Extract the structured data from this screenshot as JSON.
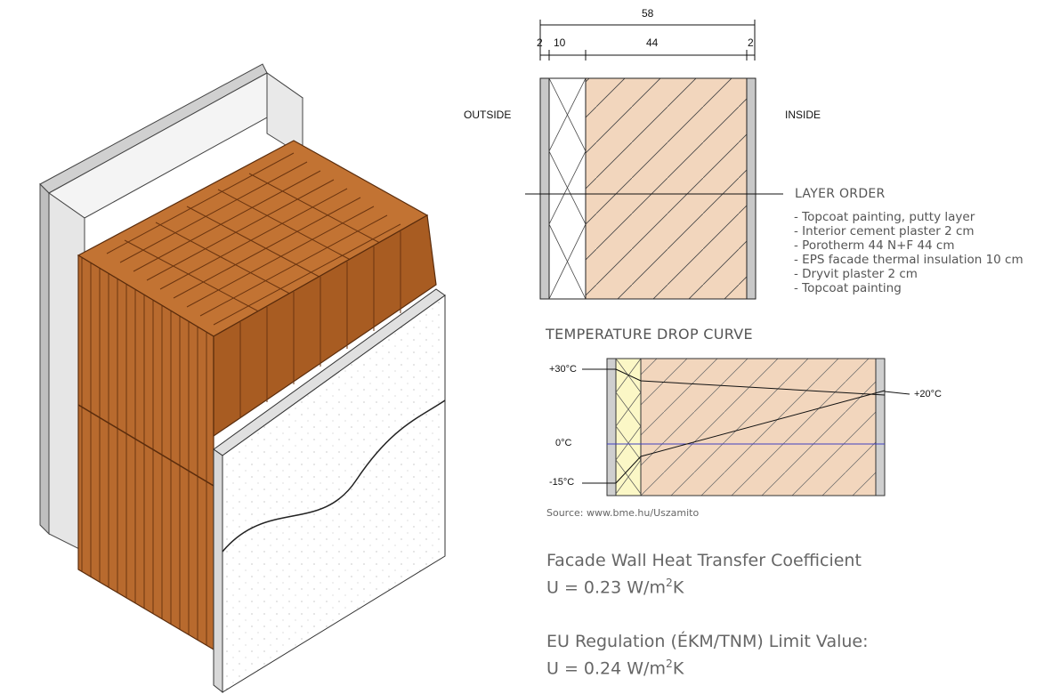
{
  "dimensions": {
    "total": "58",
    "segments": [
      "2",
      "10",
      "44",
      "2"
    ]
  },
  "sides": {
    "outside": "OUTSIDE",
    "inside": "INSIDE"
  },
  "layer_order": {
    "title": "LAYER ORDER",
    "items": [
      "- Topcoat painting, putty layer",
      "- Interior cement plaster 2 cm",
      "- Porotherm 44 N+F 44 cm",
      "- EPS facade thermal insulation 10 cm",
      "- Dryvit plaster 2 cm",
      "- Topcoat painting"
    ]
  },
  "temperature_curve": {
    "title": "TEMPERATURE DROP CURVE",
    "labels": {
      "plus30": "+30°C",
      "zero": "0°C",
      "minus15": "-15°C",
      "plus20": "+20°C"
    }
  },
  "source": "Source: www.bme.hu/Uszamito",
  "coefficient": {
    "heading": "Facade Wall Heat Transfer Coefficient",
    "value_prefix": "U = 0.23 W/m",
    "value_exp": "2",
    "value_suffix": "K"
  },
  "regulation": {
    "heading": "EU Regulation (ÉKM/TNM) Limit Value:",
    "value_prefix": "U = 0.24 W/m",
    "value_exp": "2",
    "value_suffix": "K"
  },
  "colors": {
    "brick": "#b86a2e",
    "brick_dark": "#8a4a1c",
    "eps": "#eeeeee",
    "plaster": "#c8c8c8",
    "brick_section": "#f2d6bd",
    "insulation_temp": "#fbf7c6",
    "zero_line": "#4040c0"
  }
}
